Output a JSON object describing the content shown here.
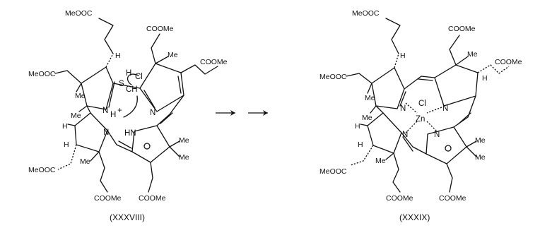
{
  "colors": {
    "ink": "#111111",
    "background": "#ffffff"
  },
  "left": {
    "caption": "(XXXVIII)",
    "labels": {
      "ester_top": "MeOOC",
      "ester_top_right": "COOMe",
      "ester_far_right": "COOMe",
      "ester_left": "MeOOC",
      "ester_lower_left": "MeOOC",
      "ester_bottom_left": "COOMe",
      "ester_bottom_right": "COOMe",
      "me_left_ring": "Me",
      "me_c20": "Me",
      "me_top_right": "Me",
      "me_lower_left": "Me",
      "me_right_1": "Me",
      "me_right_2": "Me",
      "h_top": "H",
      "h_left": "H",
      "h_lower": "H",
      "h_ch": "H",
      "s": "S",
      "cl": "Cl",
      "ch": "CH",
      "n_top_right": "N",
      "n_left": "N",
      "h_nh": "H",
      "plus": "+",
      "n_lower_left": "N",
      "hn_lower_right": "HN"
    }
  },
  "arrow": {
    "type": "two-step reaction arrow"
  },
  "right": {
    "caption": "(XXXIX)",
    "labels": {
      "ester_top": "MeOOC",
      "ester_top_right": "COOMe",
      "ester_far_right": "COOMe",
      "ester_left": "MeOOC",
      "ester_lower_left": "MeOOC",
      "ester_bottom_left": "COOMe",
      "ester_bottom_right": "COOMe",
      "me_left_ring": "Me",
      "me_c20": "Me",
      "me_top_right": "Me",
      "me_lower_left": "Me",
      "me_right_1": "Me",
      "me_right_2": "Me",
      "h_top": "H",
      "h_right": "H",
      "h_left": "H",
      "h_lower": "H",
      "n_top_left": "N",
      "n_top_right": "N",
      "n_bottom_left": "N",
      "n_bottom_right": "N",
      "cl": "Cl",
      "zn": "Zn"
    }
  }
}
